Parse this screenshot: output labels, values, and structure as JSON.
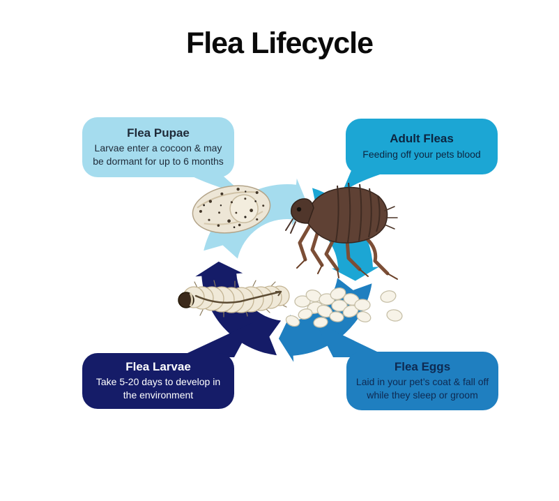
{
  "title": "Flea Lifecycle",
  "colors": {
    "light_blue": "#a5dcee",
    "cyan": "#1ca6d4",
    "blue": "#1f7fc0",
    "navy": "#151c68",
    "title_text": "#0a0a0a",
    "pupae_text": "#1e2a38",
    "adult_text": "#0c2540",
    "larvae_text": "#ffffff",
    "eggs_text": "#0e2a52"
  },
  "stages": {
    "pupae": {
      "title": "Flea Pupae",
      "description": "Larvae enter a cocoon & may\nbe dormant for up to 6 months"
    },
    "adult": {
      "title": "Adult Fleas",
      "description": "Feeding off your pets blood"
    },
    "larvae": {
      "title": "Flea Larvae",
      "description": "Take 5-20 days to develop in\nthe environment"
    },
    "eggs": {
      "title": "Flea Eggs",
      "description": "Laid in your pet’s coat & fall off\nwhile they sleep or groom"
    }
  },
  "illustrations": {
    "pupae": "flea-pupa-cocoon",
    "adult": "adult-flea",
    "larvae": "flea-larva",
    "eggs": "flea-egg-cluster"
  }
}
